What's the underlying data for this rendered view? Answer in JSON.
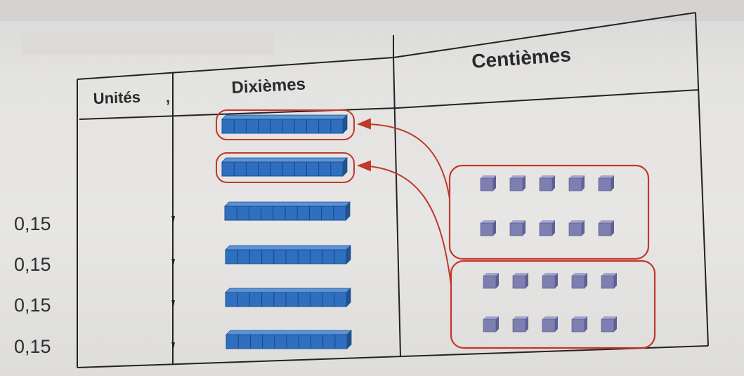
{
  "columns": {
    "units": "Unités",
    "comma": ",",
    "tenths": "Dixièmes",
    "hundredths": "Centièmes"
  },
  "row_values": [
    "0,15",
    "0,15",
    "0,15",
    "0,15"
  ],
  "tenth_rods": {
    "count": 6,
    "highlighted": 2,
    "cubes_per_rod": 10
  },
  "hundredth_groups": {
    "count": 2,
    "rows_per_group": 2,
    "cubes_per_row": 5
  },
  "colors": {
    "rod_blue": "#2f6fc0",
    "cube_purple": "#7d7fb0",
    "circle_red": "#c0392b",
    "line": "#222222",
    "paper": "#e6e5e3"
  }
}
